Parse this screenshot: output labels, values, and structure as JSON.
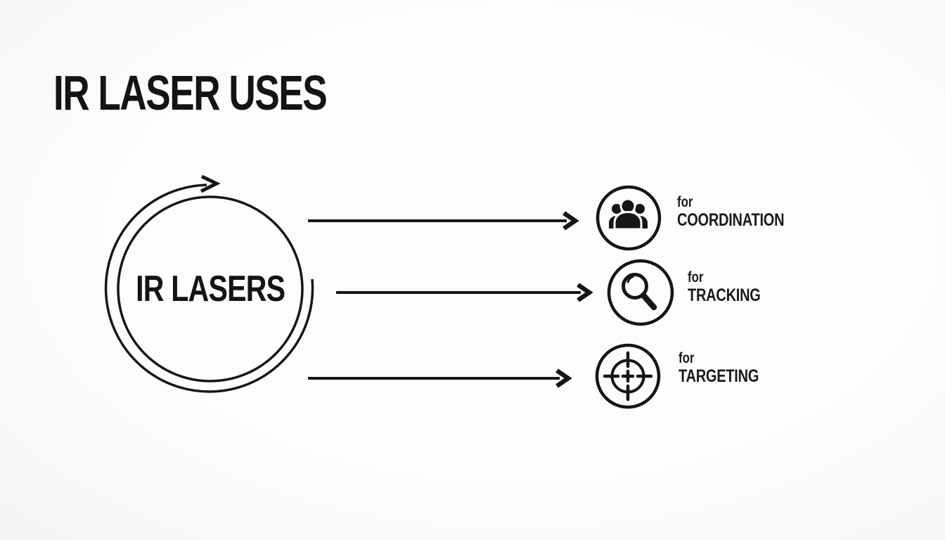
{
  "title": "IR LASER USES",
  "hub": {
    "label": "IR LASERS",
    "icon": "cycle-arrow-icon"
  },
  "uses": [
    {
      "prefix": "for",
      "label": "COORDINATION",
      "icon": "people-group-icon"
    },
    {
      "prefix": "for",
      "label": "TRACKING",
      "icon": "magnifier-icon"
    },
    {
      "prefix": "for",
      "label": "TARGETING",
      "icon": "crosshair-target-icon"
    }
  ],
  "colors": {
    "ink": "#161616",
    "background": "#fafafa"
  }
}
